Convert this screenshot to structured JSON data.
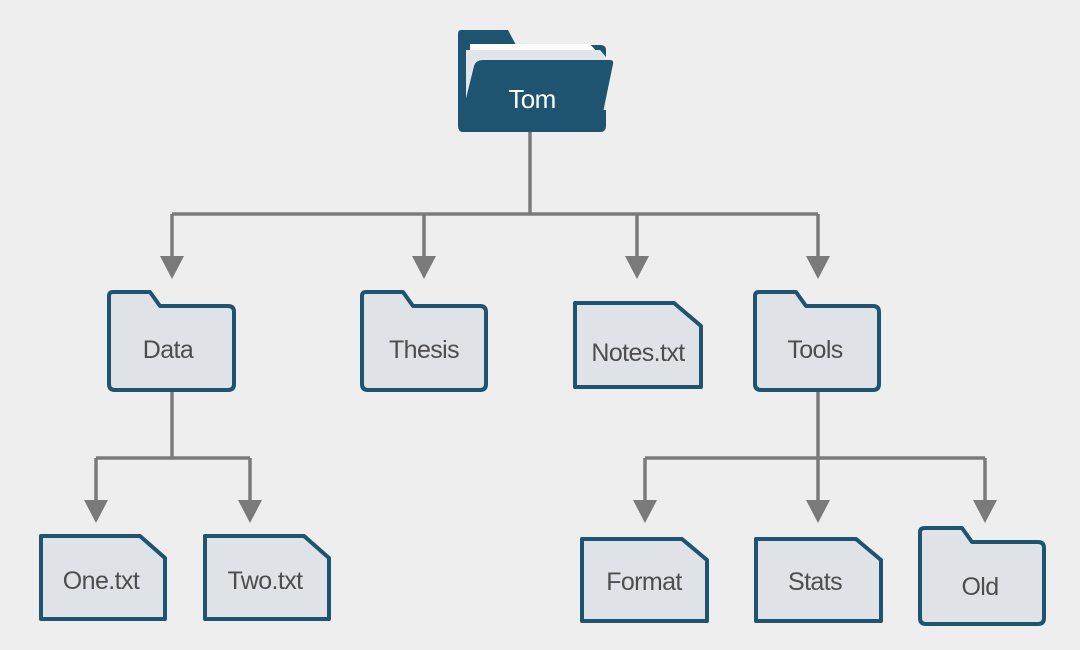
{
  "colors": {
    "background": "#eeeeee",
    "root_folder": "#1e5470",
    "node_fill": "#dfe3e8",
    "node_stroke": "#1e5470",
    "connector": "#7a7a7a",
    "child_text": "#4d4d4d",
    "root_text": "#ffffff"
  },
  "tree": {
    "root": {
      "label": "Tom",
      "icon": "open-folder-icon"
    },
    "level1": [
      {
        "label": "Data",
        "icon": "folder-icon"
      },
      {
        "label": "Thesis",
        "icon": "folder-icon"
      },
      {
        "label": "Notes.txt",
        "icon": "file-icon"
      },
      {
        "label": "Tools",
        "icon": "folder-icon"
      }
    ],
    "data_children": [
      {
        "label": "One.txt",
        "icon": "file-icon"
      },
      {
        "label": "Two.txt",
        "icon": "file-icon"
      }
    ],
    "tools_children": [
      {
        "label": "Format",
        "icon": "file-icon"
      },
      {
        "label": "Stats",
        "icon": "file-icon"
      },
      {
        "label": "Old",
        "icon": "folder-icon"
      }
    ]
  }
}
